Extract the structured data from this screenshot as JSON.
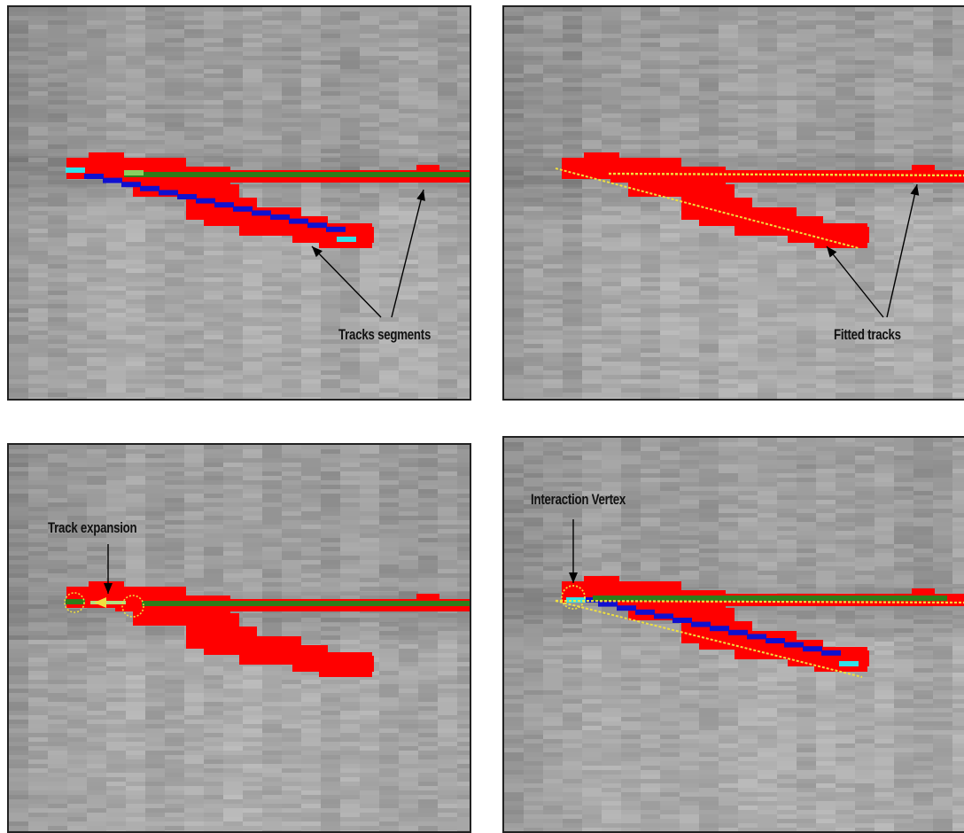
{
  "panels": [
    {
      "label": "Tracks segments"
    },
    {
      "label": "Fitted tracks"
    },
    {
      "label": "Track expansion"
    },
    {
      "label": "Interaction Vertex"
    }
  ],
  "colors": {
    "background_gray": "#9a9a9a",
    "hit_red": "#ff0000",
    "segment_blue": "#1010d0",
    "segment_green": "#2e7d1a",
    "endpoint_cyan": "#33e0e8",
    "fit_yellow": "#f0e040",
    "arrow_black": "#000000"
  }
}
